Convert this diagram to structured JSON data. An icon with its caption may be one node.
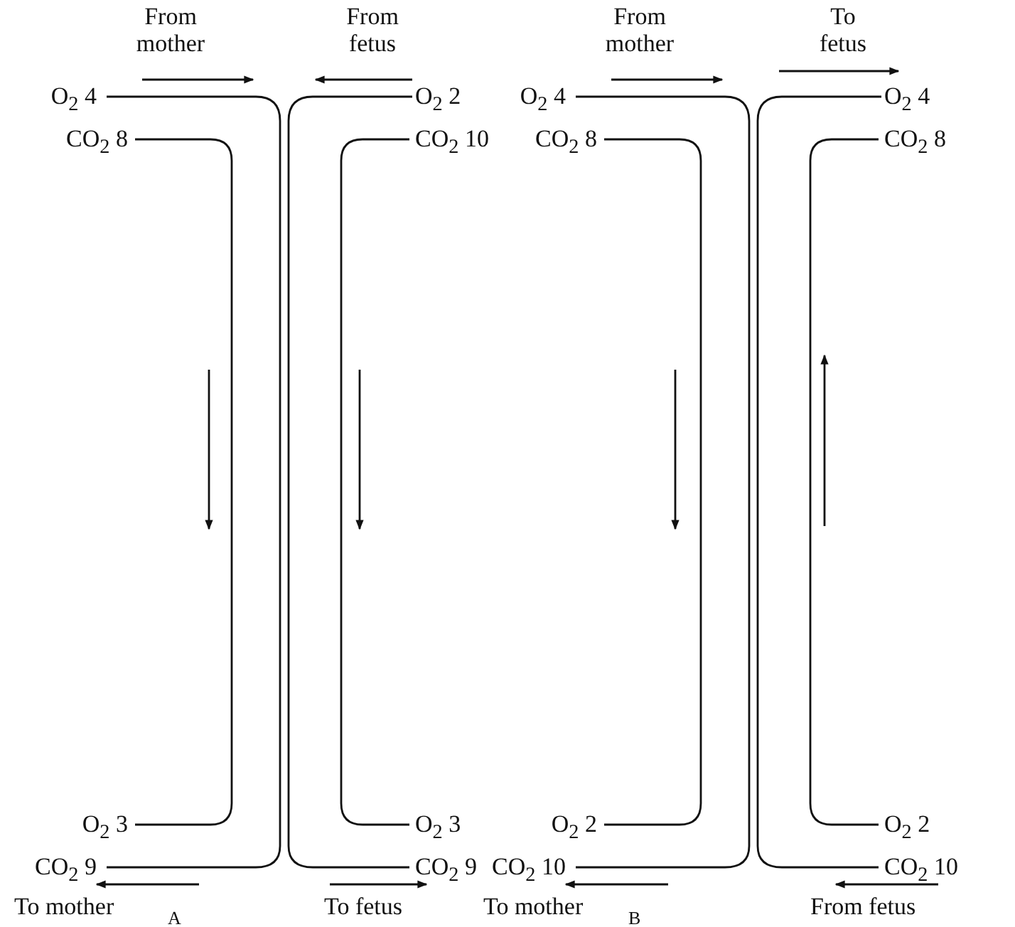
{
  "diagram": {
    "labels": [
      "From mother",
      "From fetus",
      "O$_{2}$ 4",
      "O$_{2}$ 2",
      "CO$_{2}$ 8",
      "CO$_{2}$ 10",
      "O$_{2}$ 3",
      "O$_{2}$ 3",
      "CO$_{2}$ 9",
      "CO$_{2}$ 9",
      "To mother",
      "To fetus",
      "A",
      "From mother",
      "To fetus",
      "O$_{2}$ 4",
      "O$_{2}$ 4",
      "CO$_{2}$ 8",
      "CO$_{2}$ 8",
      "O$_{2}$ 2",
      "O$_{2}$ 2",
      "CO$_{2}$ 10",
      "CO$_{2}$ 10",
      "To mother",
      "From fetus",
      "B"
    ]
  }
}
